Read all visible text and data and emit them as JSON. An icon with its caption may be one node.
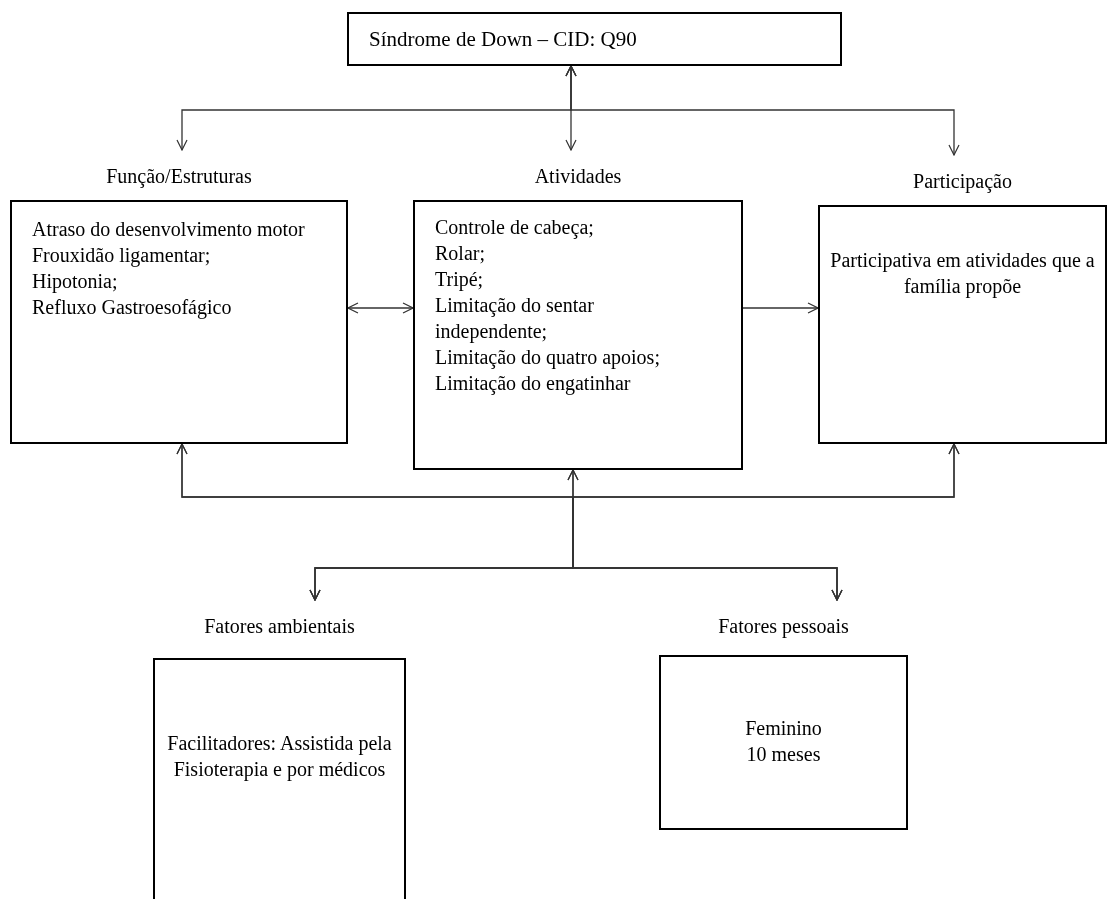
{
  "diagram": {
    "nodes": [
      {
        "text": [
          "Síndrome de Down – CID: Q90"
        ]
      },
      {
        "text": [
          "Função/Estruturas",
          "Atraso do desenvolvimento motor",
          "Frouxidão ligamentar;",
          "Hipotonia;",
          "Refluxo Gastroesofágico"
        ]
      },
      {
        "text": [
          "Atividades",
          "Controle de cabeça;",
          "Rolar;",
          "Tripé;",
          "Limitação do sentar independente;",
          "Limitação do quatro apoios;",
          "Limitação do engatinhar"
        ]
      },
      {
        "text": [
          "Participação",
          "Participativa em atividades que a família propõe"
        ]
      },
      {
        "text": [
          "Fatores ambientais",
          "Facilitadores: Assistida pela Fisioterapia e por médicos"
        ]
      },
      {
        "text": [
          "Fatores pessoais",
          "Feminino",
          "10 meses"
        ]
      }
    ],
    "edges": [
      {
        "from": 0,
        "to": 1,
        "arrow": "both"
      },
      {
        "from": 0,
        "to": 2,
        "arrow": "both"
      },
      {
        "from": 0,
        "to": 3,
        "arrow": "both"
      },
      {
        "from": 1,
        "to": 2,
        "arrow": "both"
      },
      {
        "from": 2,
        "to": 3,
        "arrow": "to"
      },
      {
        "from": 4,
        "to": 1,
        "arrow": "both"
      },
      {
        "from": 4,
        "to": 2,
        "arrow": "both"
      },
      {
        "from": 4,
        "to": 3,
        "arrow": "both"
      },
      {
        "from": 5,
        "to": 1,
        "arrow": "both"
      },
      {
        "from": 5,
        "to": 2,
        "arrow": "both"
      },
      {
        "from": 5,
        "to": 3,
        "arrow": "both"
      }
    ]
  }
}
